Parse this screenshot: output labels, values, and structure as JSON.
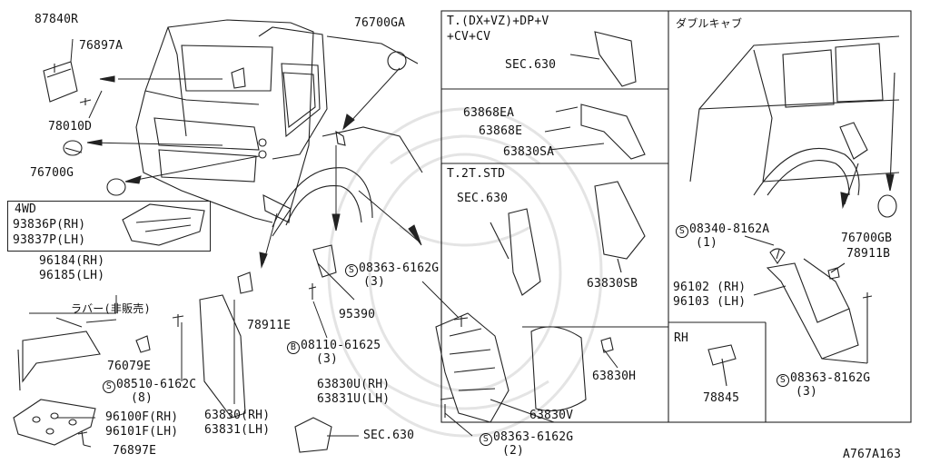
{
  "labels": {
    "p87840R": "87840R",
    "p76897A": "76897A",
    "p78010D": "78010D",
    "p76700G": "76700G",
    "wd4": "4WD",
    "p93836P": "93836P(RH)",
    "p93837P": "93837P(LH)",
    "p96184": "96184(RH)",
    "p96185": "96185(LH)",
    "rubber": "ラバー(非販売)",
    "p76079E": "76079E",
    "p08510": "08510-6162C",
    "p08510_qty": "(8)",
    "p96100F": "96100F(RH)",
    "p96101F": "96101F(LH)",
    "p76897E": "76897E",
    "p76700GA": "76700GA",
    "p78911E": "78911E",
    "p95390": "95390",
    "p08110": "08110-61625",
    "p08110_qty": "(3)",
    "p08363a": "08363-6162G",
    "p08363a_qty": "(3)",
    "p63830": "63830(RH)",
    "p63831": "63831(LH)",
    "sec630_bottom": "SEC.630",
    "p63830U": "63830U(RH)",
    "p63831U": "63831U(LH)",
    "p08363b": "08363-6162G",
    "p08363b_qty": "(2)",
    "p63830V": "63830V",
    "p63830H": "63830H",
    "box1_title": "T.(DX+VZ)+DP+V",
    "box1_title2": "+CV+CV",
    "box1_sec": "SEC.630",
    "p63868EA": "63868EA",
    "p63868E": "63868E",
    "p63830SA": "63830SA",
    "box3_title": "T.2T.STD",
    "box3_sec": "SEC.630",
    "p63830SB": "63830SB",
    "double_cab": "ダブルキャブ",
    "p08340": "08340-8162A",
    "p08340_qty": "(1)",
    "p76700GB": "76700GB",
    "p78911B": "78911B",
    "p96102": "96102 (RH)",
    "p96103": "96103 (LH)",
    "p08363c": "08363-8162G",
    "p08363c_qty": "(3)",
    "rh": "RH",
    "p78845": "78845",
    "diagram_id": "A767A163"
  }
}
